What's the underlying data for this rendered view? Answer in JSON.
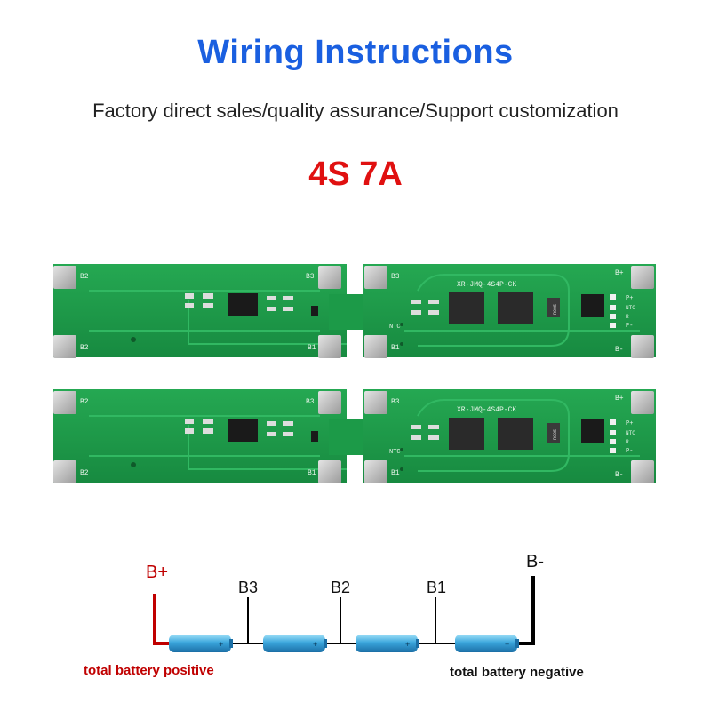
{
  "header": {
    "title": "Wiring Instructions",
    "subtitle": "Factory direct sales/quality assurance/Support customization",
    "spec": "4S 7A"
  },
  "board": {
    "model": "XR-JMQ-4S4P-CK",
    "pad_b2": "B2",
    "pad_b3": "B3",
    "pad_b1": "B1",
    "pad_ntc": "NTC",
    "pad_bplus": "B+",
    "pad_bminus": "B-",
    "conn_pplus": "P+",
    "conn_ntc": "NTC",
    "conn_r": "R",
    "conn_pminus": "P-",
    "resistor": "R005"
  },
  "diagram": {
    "b_plus": "B+",
    "b3": "B3",
    "b2": "B2",
    "b1": "B1",
    "b_minus": "B-",
    "positive_caption": "total battery positive",
    "negative_caption": "total battery negative"
  },
  "colors": {
    "title_blue": "#1a5fe0",
    "spec_red": "#e01010",
    "wire_red": "#c00000",
    "pcb_green": "#1f9a4a",
    "pcb_dark": "#127a38",
    "pad_silver": "#c9c9c9",
    "battery_blue": "#3ba9dd"
  }
}
